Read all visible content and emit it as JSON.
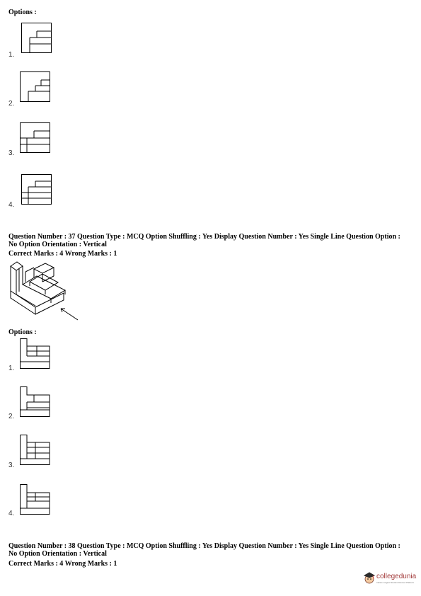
{
  "section1": {
    "options_label": "Options :",
    "options": [
      {
        "number": "1."
      },
      {
        "number": "2."
      },
      {
        "number": "3."
      },
      {
        "number": "4."
      }
    ]
  },
  "question37": {
    "header_line1": "Question Number : 37  Question Type : MCQ  Option Shuffling : Yes  Display Question Number : Yes  Single Line Question Option :",
    "header_line2": "No  Option Orientation : Vertical",
    "marks": "Correct Marks : 4  Wrong Marks : 1",
    "options_label": "Options :",
    "options": [
      {
        "number": "1."
      },
      {
        "number": "2."
      },
      {
        "number": "3."
      },
      {
        "number": "4."
      }
    ]
  },
  "question38": {
    "header_line1": "Question Number : 38  Question Type : MCQ  Option Shuffling : Yes  Display Question Number : Yes  Single Line Question Option :",
    "header_line2": "No  Option Orientation : Vertical",
    "marks": "Correct Marks : 4  Wrong Marks : 1"
  },
  "logo": {
    "brand": "collegedunia",
    "tagline": "India's Largest Student Review Platform"
  }
}
